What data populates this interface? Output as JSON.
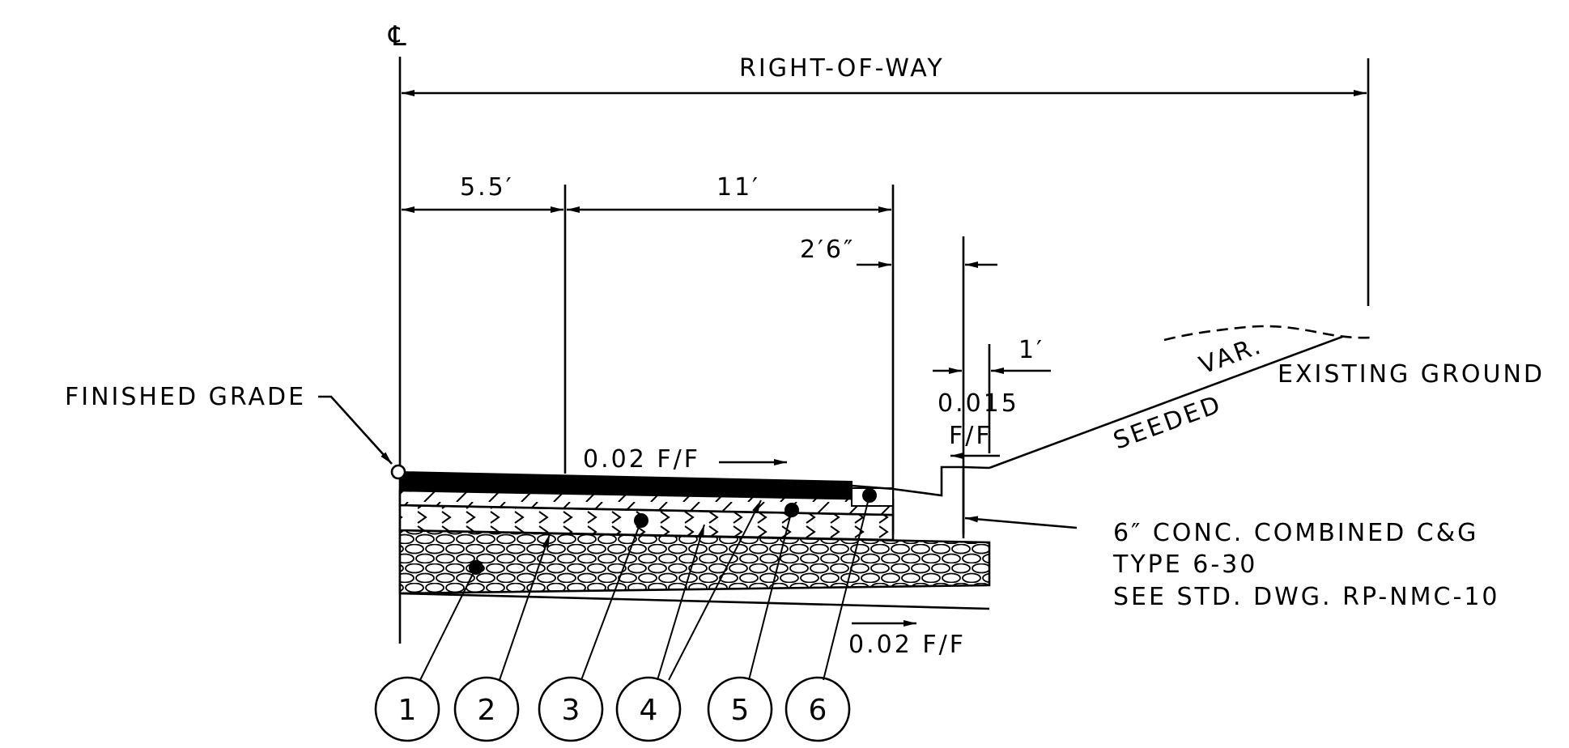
{
  "centerline_symbol": "℄",
  "labels": {
    "right_of_way": "RIGHT-OF-WAY",
    "dim_shoulder": "5.5′",
    "dim_lane": "11′",
    "dim_gutter": "2′6″",
    "dim_curb": "1′",
    "slope_top": "0.02 F/F",
    "slope_bottom": "0.02 F/F",
    "slope_curb_line1": "0.015",
    "slope_curb_line2": "F/F",
    "var": "VAR.",
    "seeded": "SEEDED",
    "existing_ground": "EXISTING GROUND",
    "finished_grade": "FINISHED GRADE",
    "curb_note_line1": "6″ CONC. COMBINED C&G",
    "curb_note_line2": "TYPE 6-30",
    "curb_note_line3": "SEE STD. DWG. RP-NMC-10"
  },
  "callouts": [
    "1",
    "2",
    "3",
    "4",
    "5",
    "6"
  ]
}
